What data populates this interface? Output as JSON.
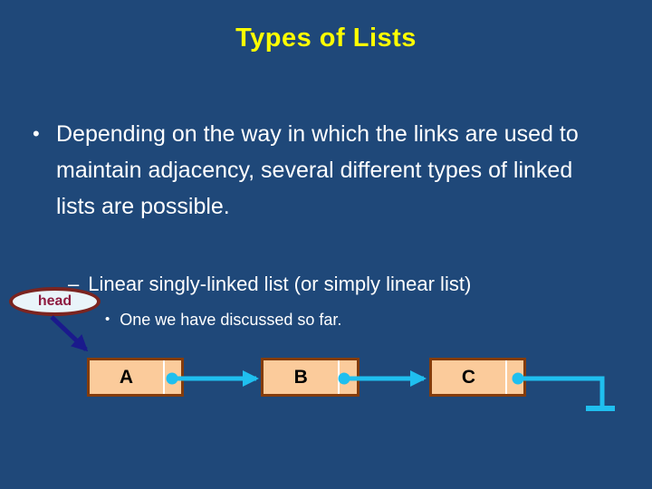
{
  "slide": {
    "title": "Types of Lists",
    "bullet_marker": "•",
    "bullet_text": "Depending on the way in which the links are used to maintain adjacency, several different types of linked lists are possible.",
    "sub_bullet_marker": "–",
    "sub_bullet_text": "Linear singly-linked list (or simply linear list)",
    "sub_sub_bullet_marker": "•",
    "sub_sub_bullet_text": "One we have discussed so far."
  },
  "diagram": {
    "head_label": "head",
    "nodes": [
      {
        "label": "A",
        "next": "B"
      },
      {
        "label": "B",
        "next": "C"
      },
      {
        "label": "C",
        "next": "NULL"
      }
    ],
    "terminator": "ground-null-symbol"
  },
  "colors": {
    "background": "#1F4879",
    "title_text": "#FFFF00",
    "body_text": "#FFFFFF",
    "node_fill": "#FBCB9B",
    "node_border": "#843C0C",
    "node_divider": "#FFFFFF",
    "pointer_line": "#1FBFEF",
    "head_arrow": "#1A1A8C",
    "head_oval_fill": "#E9F4FA",
    "head_oval_border": "#7B2420",
    "head_text": "#8E1B40"
  }
}
